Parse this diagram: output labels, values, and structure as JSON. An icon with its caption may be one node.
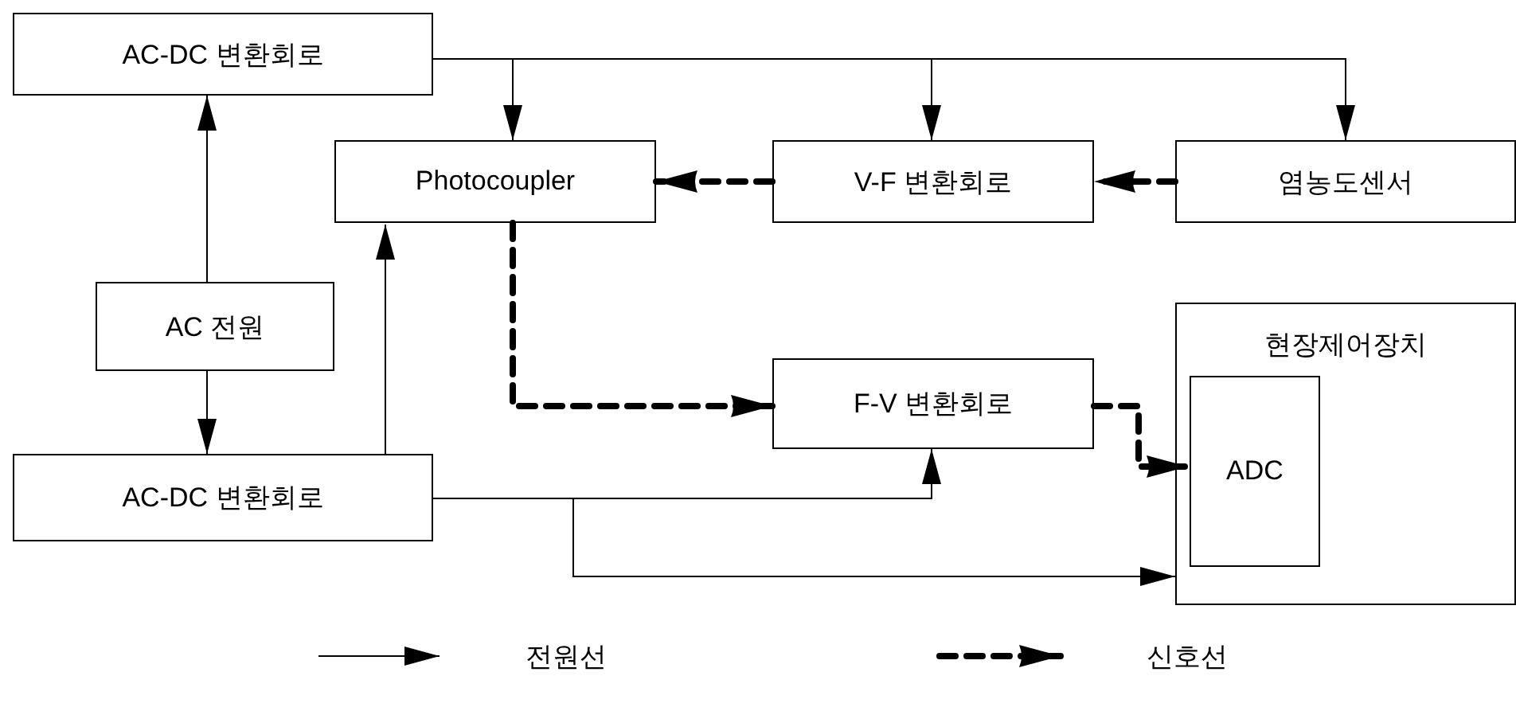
{
  "diagram": {
    "nodes": [
      {
        "text": [
          "AC-DC 변환회로"
        ]
      },
      {
        "text": [
          "Photocoupler"
        ]
      },
      {
        "text": [
          "V-F 변환회로"
        ]
      },
      {
        "text": [
          "염농도센서"
        ]
      },
      {
        "text": [
          "AC 전원"
        ]
      },
      {
        "text": [
          "현장제어장치"
        ]
      },
      {
        "text": [
          "F-V 변환회로"
        ]
      },
      {
        "text": [
          "ADC"
        ],
        "in": 5
      },
      {
        "text": [
          "AC-DC 변환회로"
        ]
      }
    ],
    "edges": [
      {
        "from": 0,
        "to": 1,
        "arrow": "to"
      },
      {
        "from": 0,
        "to": 2,
        "arrow": "to"
      },
      {
        "from": 0,
        "to": 3,
        "arrow": "to"
      },
      {
        "from": 3,
        "to": 2,
        "arrow": "to",
        "style": "dashed"
      },
      {
        "from": 2,
        "to": 1,
        "arrow": "to",
        "style": "dashed"
      },
      {
        "from": 4,
        "to": 0,
        "arrow": "to"
      },
      {
        "from": 4,
        "to": 8,
        "arrow": "to"
      },
      {
        "from": 8,
        "to": 1,
        "arrow": "to"
      },
      {
        "from": 1,
        "to": 6,
        "arrow": "to",
        "style": "dashed"
      },
      {
        "from": 6,
        "to": 7,
        "arrow": "to",
        "style": "dashed"
      },
      {
        "from": 8,
        "to": 6,
        "arrow": "to"
      },
      {
        "from": 8,
        "to": 5,
        "arrow": "to"
      }
    ],
    "legend": [
      {
        "text": "전원선"
      },
      {
        "text": "신호선"
      }
    ]
  }
}
